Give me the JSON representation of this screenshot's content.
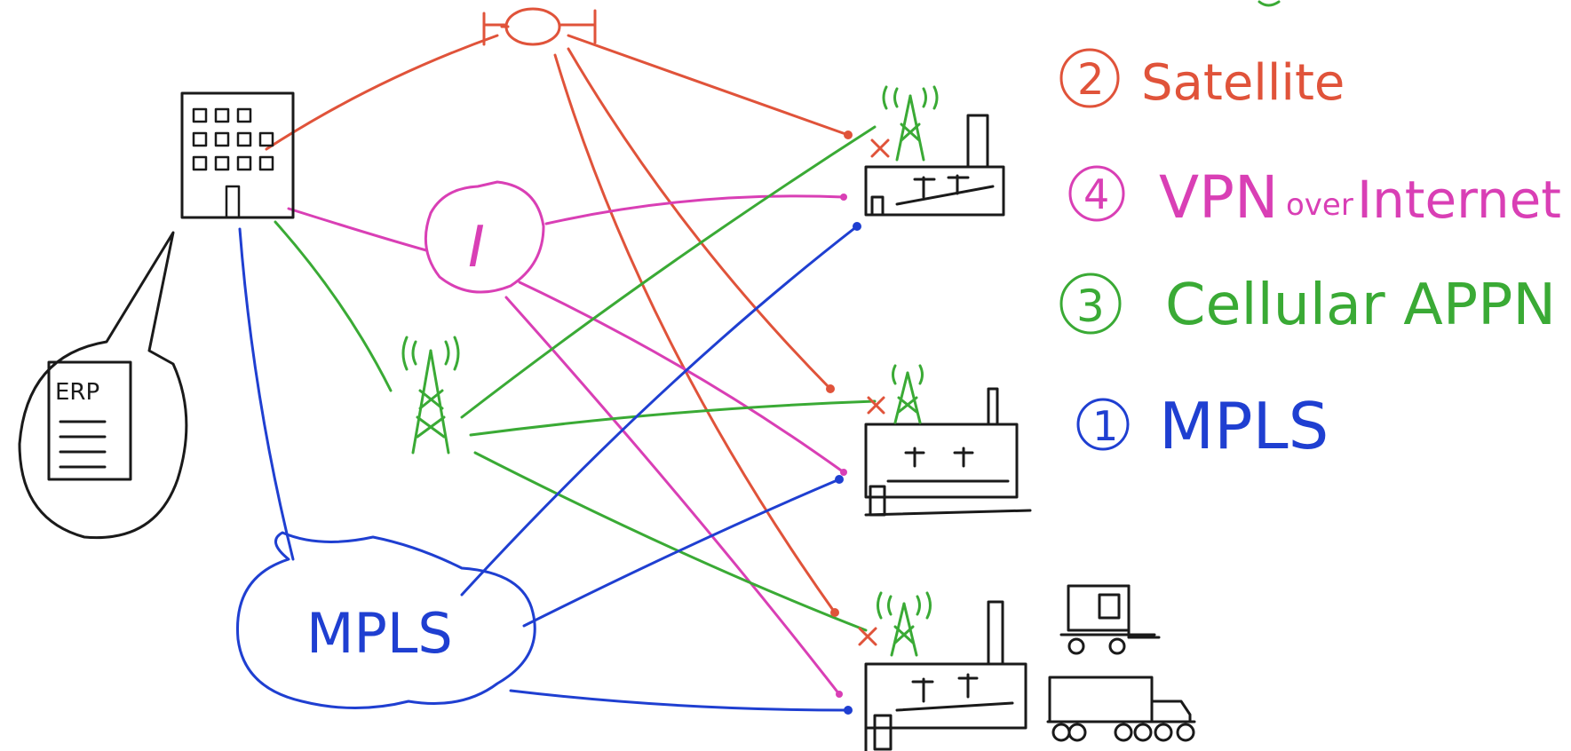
{
  "colors": {
    "satellite": "#e0533a",
    "vpn": "#d93fb5",
    "cellular": "#3aaa35",
    "mpls": "#1f3fd1",
    "ink": "#1a1a1a"
  },
  "hq": {
    "callout_label": "ERP"
  },
  "internet_node": {
    "label": "I"
  },
  "mpls_cloud": {
    "label": "MPLS"
  },
  "legend": [
    {
      "number": "2",
      "label": "Satellite",
      "sub": ""
    },
    {
      "number": "4",
      "label": "VPN",
      "sub": "over",
      "label_after": "Internet"
    },
    {
      "number": "3",
      "label": "Cellular APPN",
      "sub": ""
    },
    {
      "number": "1",
      "label": "MPLS",
      "sub": ""
    }
  ],
  "icons": [
    "headquarters-building-icon",
    "erp-document-icon",
    "satellite-icon",
    "internet-cloud-icon",
    "cell-tower-icon",
    "mpls-cloud-icon",
    "factory-icon",
    "forklift-icon",
    "truck-icon"
  ]
}
